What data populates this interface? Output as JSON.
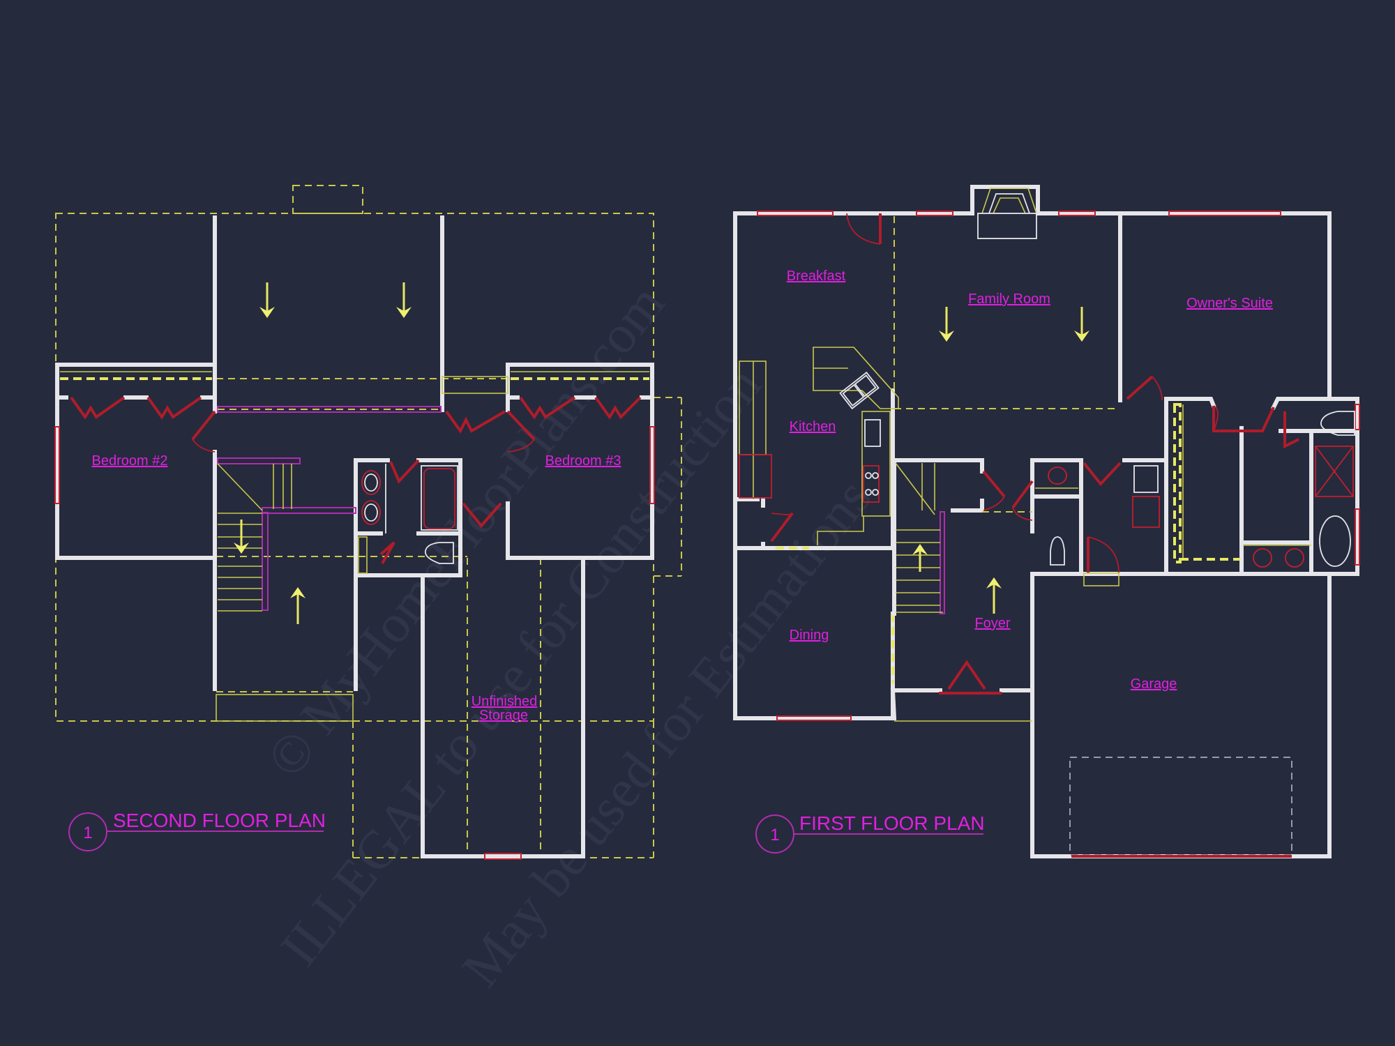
{
  "watermark": {
    "line1": "© MyHomeFloorPlans.com",
    "line2": "ILLEGAL to use for Construction",
    "line3": "May be used for Estimations"
  },
  "colors": {
    "background": "#262a3d",
    "walls": "#e6e6ea",
    "labels": "#e020e0",
    "doors_windows": "#b01c2a",
    "dashed_lines": "#c9c94a"
  },
  "second_floor": {
    "title": "SECOND FLOOR PLAN",
    "number": "1",
    "rooms": [
      {
        "label": "Bedroom #2"
      },
      {
        "label": "Bedroom #3"
      },
      {
        "label_line1": "Unfinished",
        "label_line2": "Storage"
      }
    ]
  },
  "first_floor": {
    "title": "FIRST FLOOR PLAN",
    "number": "1",
    "rooms": [
      {
        "label": "Breakfast"
      },
      {
        "label": "Family Room"
      },
      {
        "label": "Owner's Suite"
      },
      {
        "label": "Kitchen"
      },
      {
        "label": "Dining"
      },
      {
        "label": "Foyer"
      },
      {
        "label": "Garage"
      }
    ]
  }
}
